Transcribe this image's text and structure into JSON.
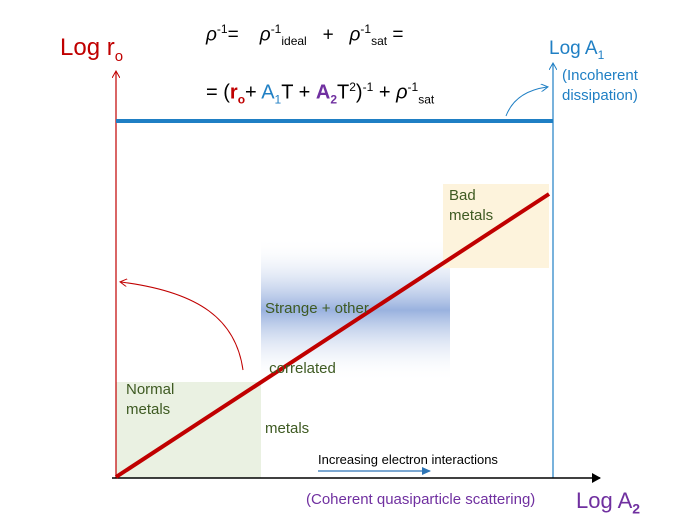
{
  "axes": {
    "left_label_main": "Log r",
    "left_label_sub": "o",
    "right_label_main": "Log A",
    "right_label_sub": "1",
    "right_note_line1": "(Incoherent",
    "right_note_line2": "dissipation)",
    "bottom_label_main": "Log A",
    "bottom_label_sub": "2",
    "bottom_note": "(Coherent quasiparticle scattering)"
  },
  "equation": {
    "line1": {
      "rho": "ρ",
      "inv": "-1",
      "eq": "=",
      "rho2": "ρ",
      "inv2": "-1",
      "ideal": "ideal",
      "plus": "+",
      "rho3": "ρ",
      "inv3": "-1",
      "sat": "sat",
      "eq2": "="
    },
    "line2": {
      "lead": "= (",
      "r": "r",
      "r_sub": "o",
      "plus1": "+ ",
      "a1": "A",
      "a1_sub": "1",
      "t1": "T + ",
      "a2": "A",
      "a2_sub": "2",
      "t2": "T",
      "t2_sup": "2",
      "close": ")",
      "close_sup": "-1",
      "plus2": " + ",
      "rho": "ρ",
      "inv": "-1",
      "sat": "sat"
    }
  },
  "regions": {
    "normal_line1": "Normal",
    "normal_line2": "metals",
    "strange_line1": "Strange + other",
    "strange_line2": " correlated",
    "strange_line3": "metals",
    "bad_line1": "Bad",
    "bad_line2": "metals"
  },
  "annotation": "Increasing electron interactions",
  "colors": {
    "red": "#c00000",
    "blue": "#1f7fc4",
    "purple": "#7030a0",
    "green_text": "#3e5a22",
    "normal_fill": "#eaf1e2",
    "bad_fill": "#fdf3dc",
    "strange_fill": "#8ea9db"
  }
}
